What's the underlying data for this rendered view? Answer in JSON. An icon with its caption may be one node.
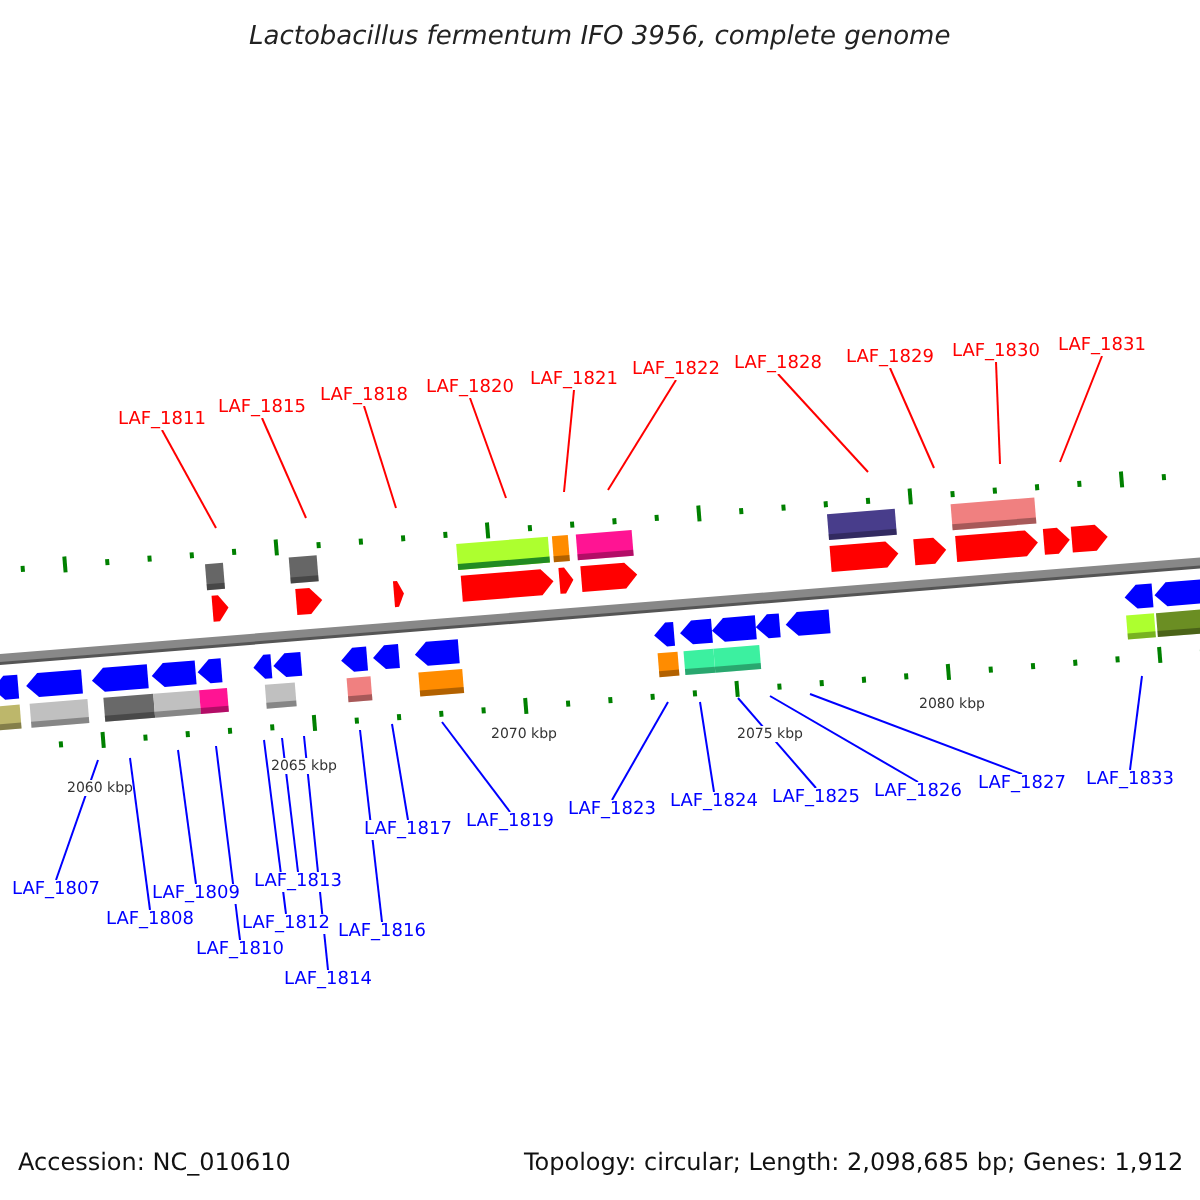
{
  "diagram": {
    "title": "Lactobacillus fermentum IFO 3956, complete genome",
    "nodes": [
      {
        "text": [
          "LAF_1811"
        ]
      },
      {
        "text": [
          "LAF_1815"
        ]
      },
      {
        "text": [
          "LAF_1818"
        ]
      },
      {
        "text": [
          "LAF_1820"
        ]
      },
      {
        "text": [
          "LAF_1821"
        ]
      },
      {
        "text": [
          "LAF_1822"
        ]
      },
      {
        "text": [
          "LAF_1828"
        ]
      },
      {
        "text": [
          "LAF_1829"
        ]
      },
      {
        "text": [
          "LAF_1830"
        ]
      },
      {
        "text": [
          "LAF_1831"
        ]
      },
      {
        "text": [
          "LAF_1807"
        ]
      },
      {
        "text": [
          "LAF_1808"
        ]
      },
      {
        "text": [
          "LAF_1809"
        ]
      },
      {
        "text": [
          "LAF_1810"
        ]
      },
      {
        "text": [
          "LAF_1812"
        ]
      },
      {
        "text": [
          "LAF_1813"
        ]
      },
      {
        "text": [
          "LAF_1814"
        ]
      },
      {
        "text": [
          "LAF_1816"
        ]
      },
      {
        "text": [
          "LAF_1817"
        ]
      },
      {
        "text": [
          "LAF_1819"
        ]
      },
      {
        "text": [
          "LAF_1823"
        ]
      },
      {
        "text": [
          "LAF_1824"
        ]
      },
      {
        "text": [
          "LAF_1825"
        ]
      },
      {
        "text": [
          "LAF_1826"
        ]
      },
      {
        "text": [
          "LAF_1827"
        ]
      },
      {
        "text": [
          "LAF_1833"
        ]
      }
    ],
    "edges": [
      {
        "from": 0,
        "to": null,
        "arrow": "none",
        "color": "#ff0000"
      },
      {
        "from": 1,
        "to": null,
        "arrow": "none",
        "color": "#ff0000"
      },
      {
        "from": 2,
        "to": null,
        "arrow": "none",
        "color": "#ff0000"
      },
      {
        "from": 3,
        "to": null,
        "arrow": "none",
        "color": "#ff0000"
      },
      {
        "from": 4,
        "to": null,
        "arrow": "none",
        "color": "#ff0000"
      },
      {
        "from": 5,
        "to": null,
        "arrow": "none",
        "color": "#ff0000"
      },
      {
        "from": 6,
        "to": null,
        "arrow": "none",
        "color": "#ff0000"
      },
      {
        "from": 7,
        "to": null,
        "arrow": "none",
        "color": "#ff0000"
      },
      {
        "from": 8,
        "to": null,
        "arrow": "none",
        "color": "#ff0000"
      },
      {
        "from": 9,
        "to": null,
        "arrow": "none",
        "color": "#ff0000"
      },
      {
        "from": 10,
        "to": null,
        "arrow": "none"
      },
      {
        "from": 11,
        "to": null,
        "arrow": "none"
      },
      {
        "from": 12,
        "to": null,
        "arrow": "none"
      },
      {
        "from": 13,
        "to": null,
        "arrow": "none"
      },
      {
        "from": 14,
        "to": null,
        "arrow": "none"
      },
      {
        "from": 15,
        "to": null,
        "arrow": "none"
      },
      {
        "from": 16,
        "to": null,
        "arrow": "none"
      },
      {
        "from": 17,
        "to": null,
        "arrow": "none"
      },
      {
        "from": 18,
        "to": null,
        "arrow": "none"
      },
      {
        "from": 19,
        "to": null,
        "arrow": "none"
      },
      {
        "from": 20,
        "to": null,
        "arrow": "none"
      },
      {
        "from": 21,
        "to": null,
        "arrow": "none"
      },
      {
        "from": 22,
        "to": null,
        "arrow": "none"
      },
      {
        "from": 23,
        "to": null,
        "arrow": "none"
      },
      {
        "from": 24,
        "to": null,
        "arrow": "none"
      },
      {
        "from": 25,
        "to": null,
        "arrow": "none"
      }
    ],
    "labels": [
      "2060 kbp",
      "2065 kbp",
      "2070 kbp",
      "2075 kbp",
      "2080 kbp",
      "Accession: NC_010610",
      "Topology: circular; Length: 2,098,685 bp; Genes: 1,912"
    ]
  }
}
